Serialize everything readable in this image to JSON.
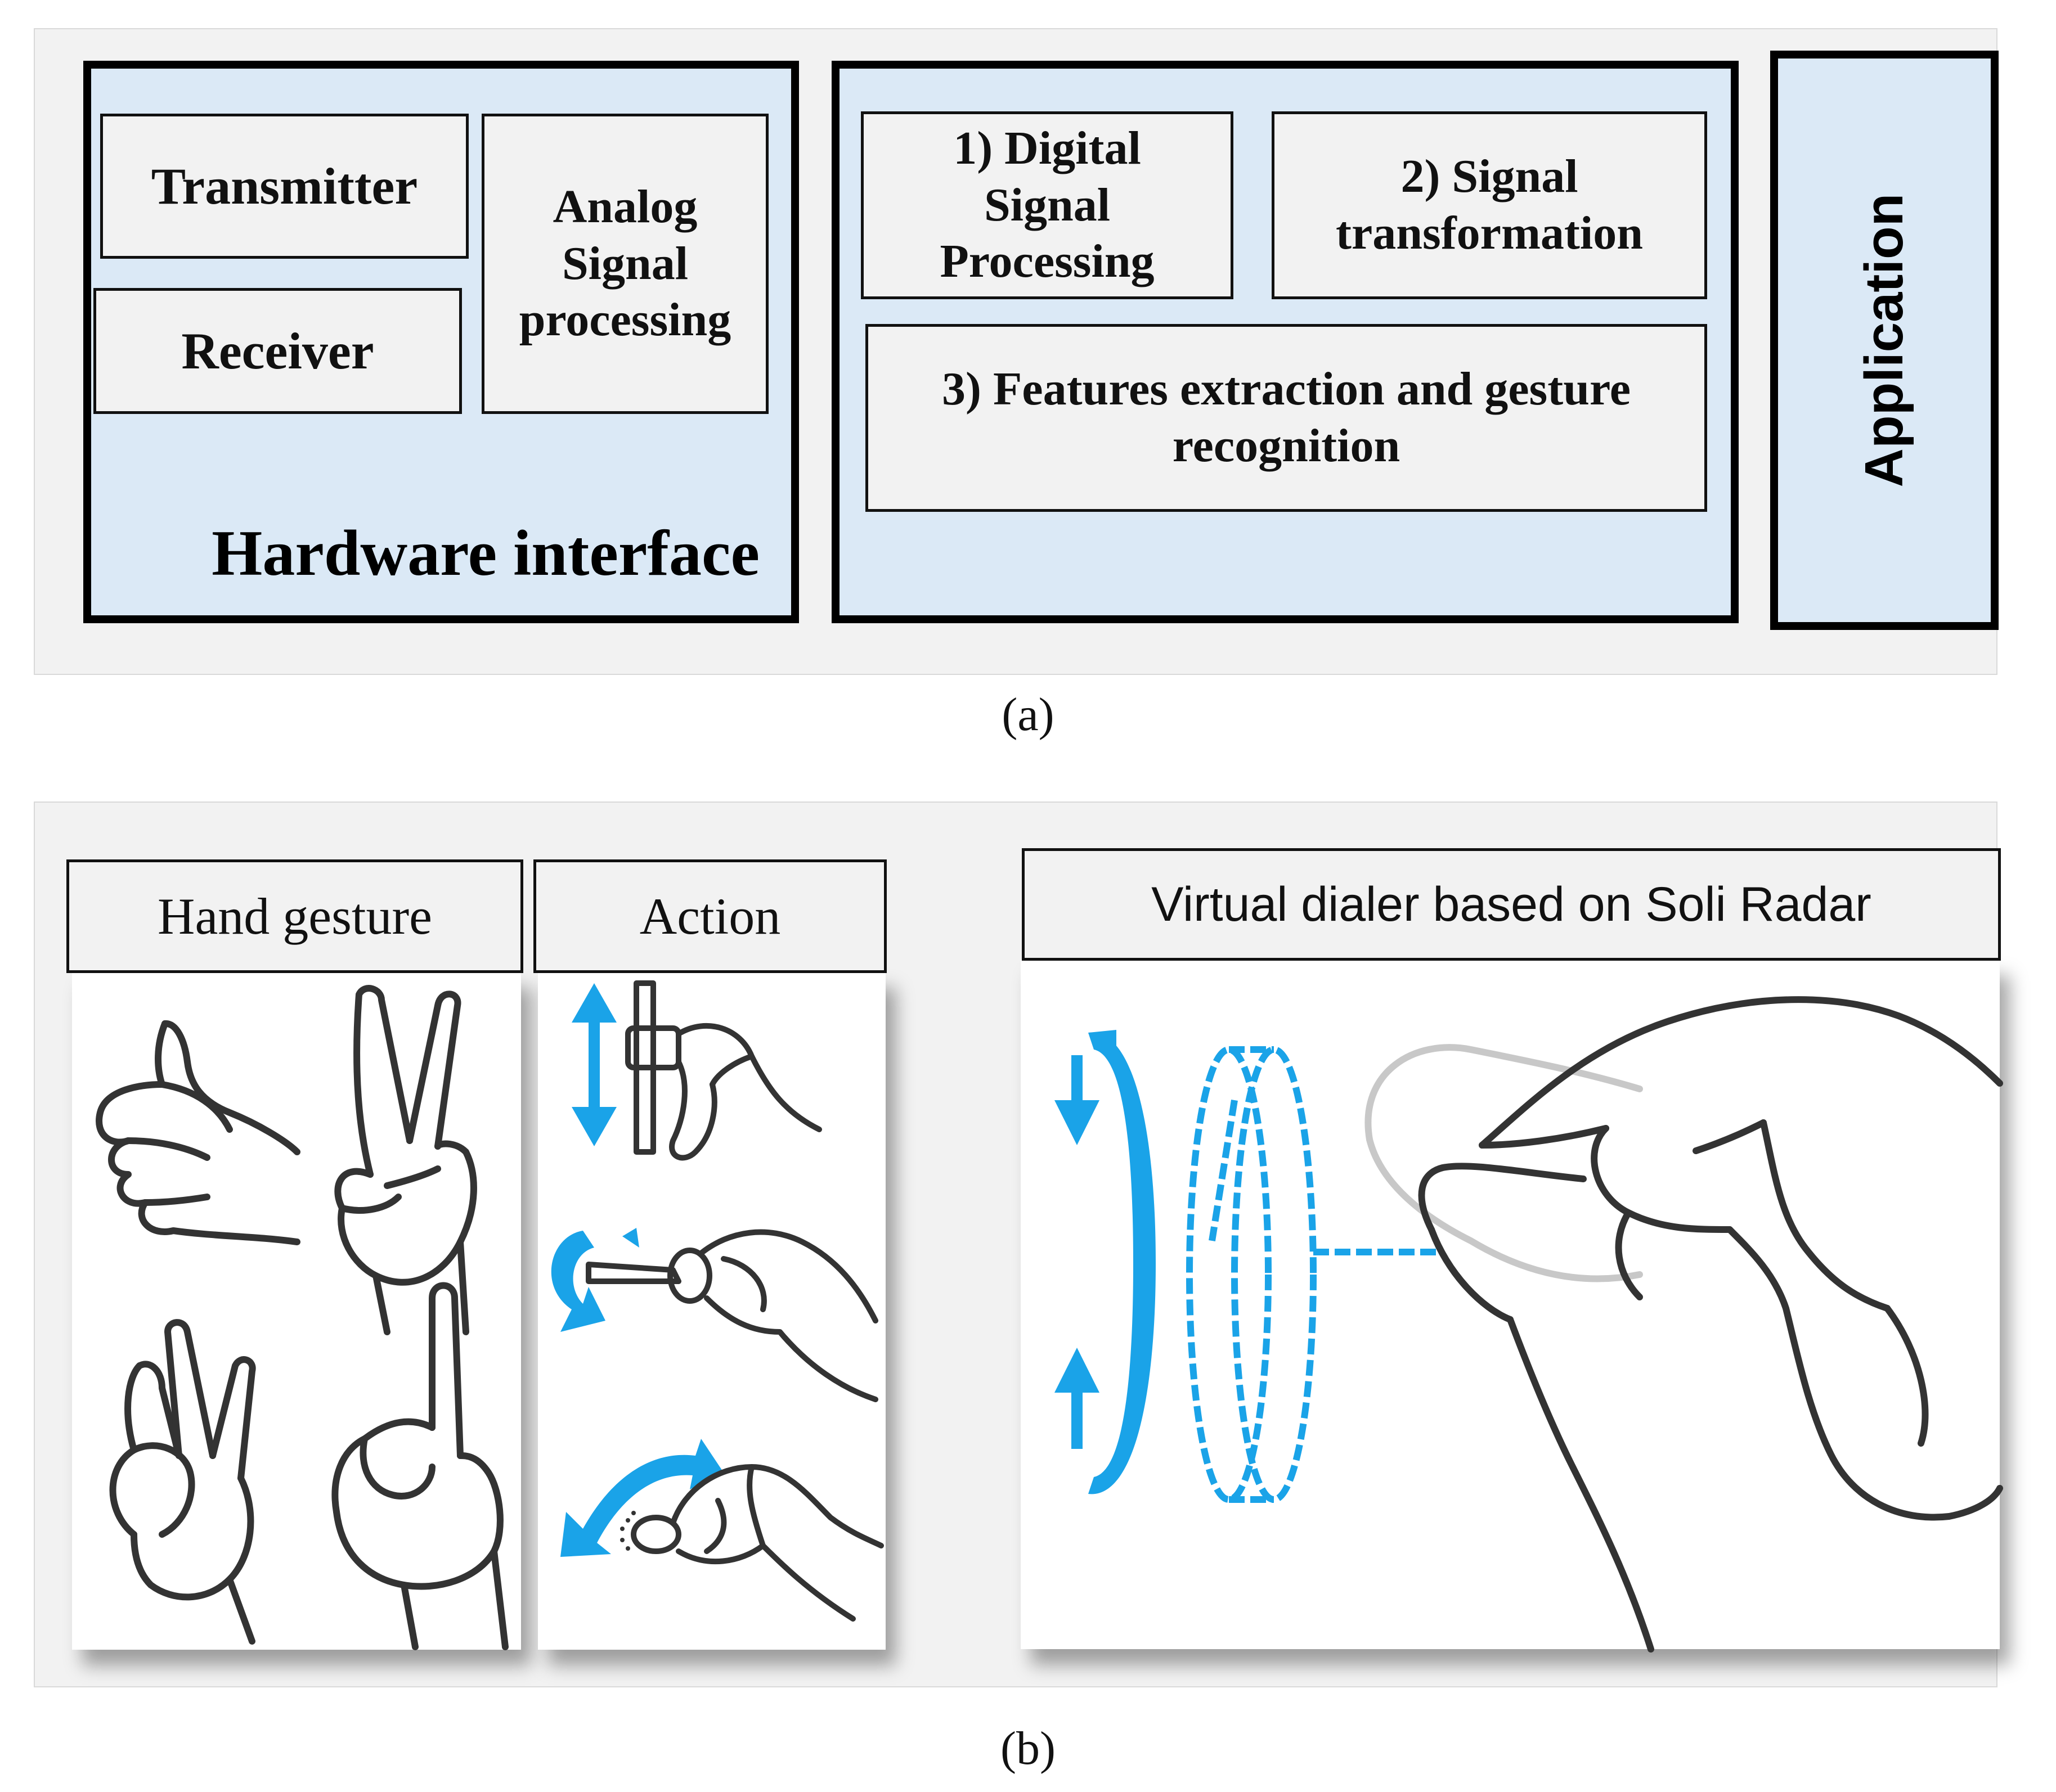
{
  "panel_a": {
    "hardware": {
      "transmitter": "Transmitter",
      "receiver": "Receiver",
      "analog": "Analog Signal processing",
      "title": "Hardware interface"
    },
    "processing": {
      "step1": "1) Digital Signal Processing",
      "step2": "2) Signal transformation",
      "step3": "3) Features extraction and gesture recognition"
    },
    "application": "Application",
    "caption": "(a)"
  },
  "panel_b": {
    "hand_gesture_header": "Hand gesture",
    "action_header": "Action",
    "dialer_header": "Virtual dialer based on Soli Radar",
    "caption": "(b)"
  },
  "colors": {
    "accent_blue": "#1aa3e8",
    "box_fill": "#dbe9f6",
    "line_dark": "#333333"
  }
}
